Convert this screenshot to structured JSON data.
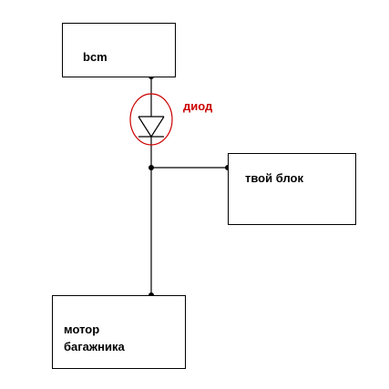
{
  "blocks": {
    "bcm": {
      "label": "bcm"
    },
    "your_unit": {
      "label": "твой блок"
    },
    "trunk_motor": {
      "label_line1": "мотор",
      "label_line2": "багажника"
    }
  },
  "diode": {
    "label": "диод",
    "label_color": "#cc0000",
    "circle_color": "#cc0000",
    "symbol_icon": "diode-icon"
  },
  "colors": {
    "wire": "#000000",
    "border": "#000000",
    "background": "#ffffff"
  }
}
